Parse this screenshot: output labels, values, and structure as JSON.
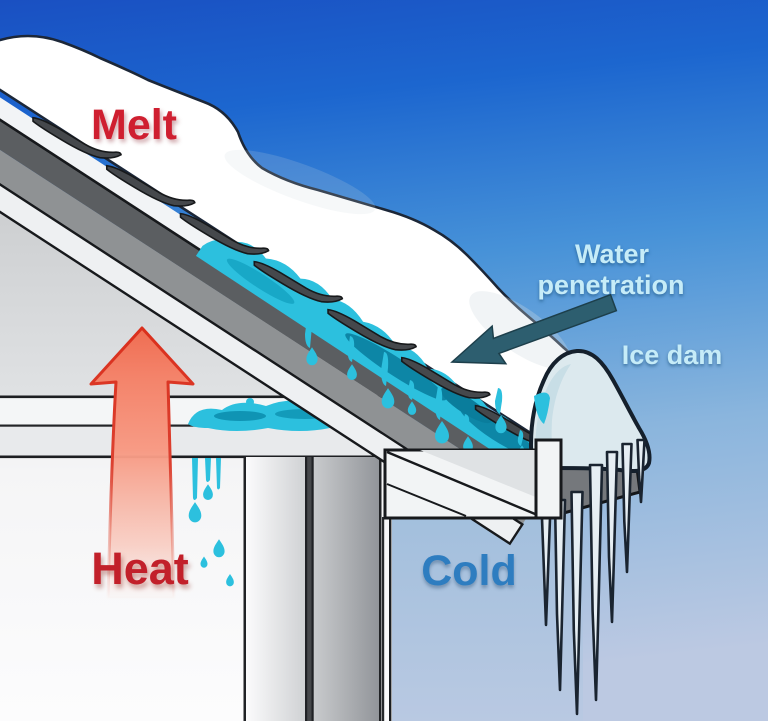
{
  "diagram": {
    "labels": {
      "melt": "Melt",
      "heat": "Heat",
      "cold": "Cold",
      "water_penetration_line1": "Water",
      "water_penetration_line2": "penetration",
      "ice_dam": "Ice dam"
    },
    "colors": {
      "sky_top": "#1a50c2",
      "sky_bottom": "#bcc9e2",
      "snow": "#ffffff",
      "ice": "#dce9ee",
      "water": "#2cc0de",
      "water_deep": "#0d86a6",
      "heat_arrow_fill": "#f4836a",
      "heat_arrow_outline": "#da2f1c",
      "pointer_arrow": "#2d5e6f",
      "label_red": "#cf1f30",
      "label_blue": "#2e7dc0",
      "label_pale_cyan": "#c6ecf8"
    }
  }
}
